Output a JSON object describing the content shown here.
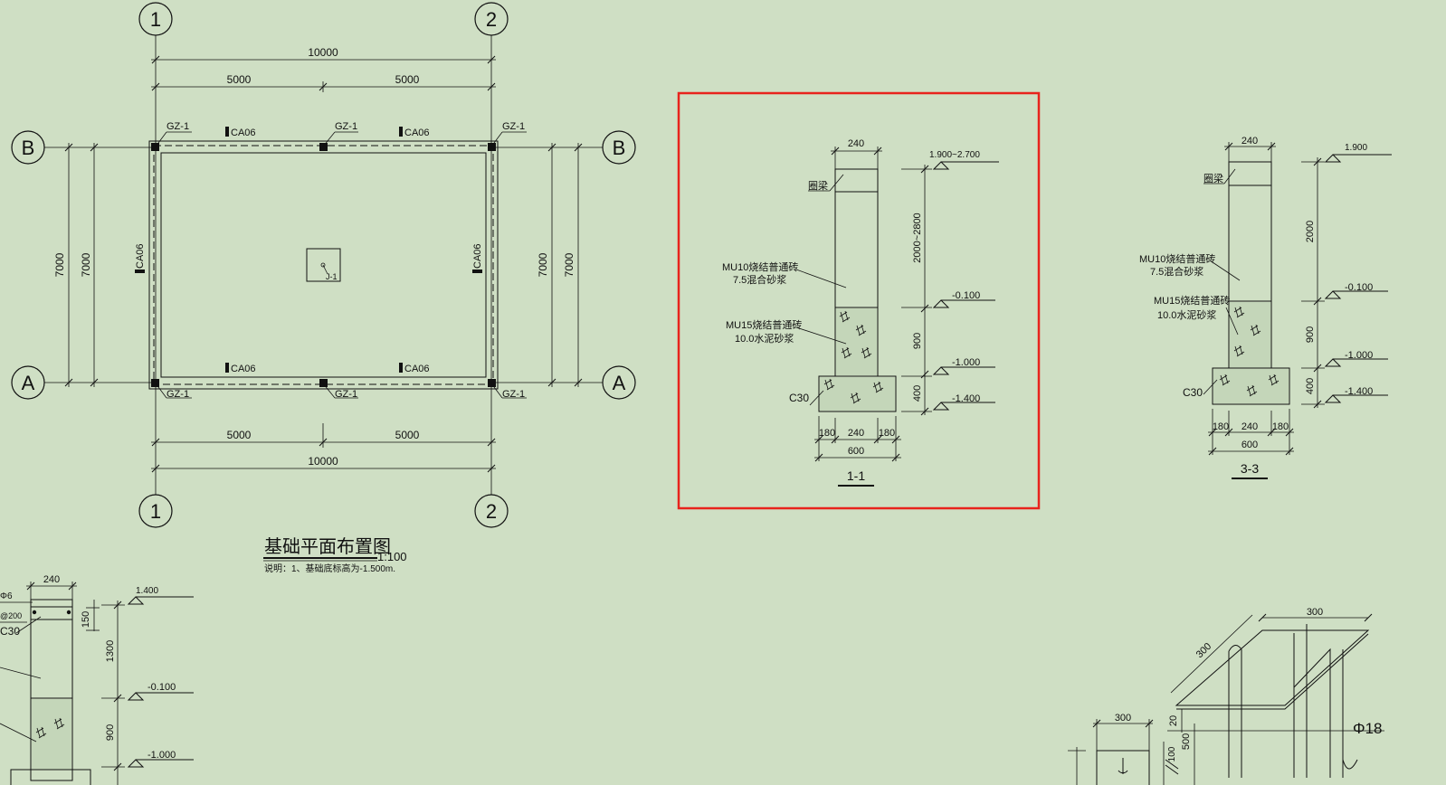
{
  "plan": {
    "grid_x": [
      "1",
      "2"
    ],
    "grid_y": [
      "B",
      "A"
    ],
    "dim_total": "10000",
    "dim_half_left": "5000",
    "dim_half_right": "5000",
    "dim_height_1": "7000",
    "dim_height_2": "7000",
    "column_label": "GZ-1",
    "beam_label": "CA06",
    "footing_label": "J-1",
    "title": "基础平面布置图",
    "scale": "1:100",
    "note": "说明：1、基础底标高为-1.500m."
  },
  "section_1_1": {
    "title": "1-1",
    "top_width": "240",
    "elev_top": "1.900~2.700",
    "elev_mid": "-0.100",
    "elev_low": "-1.000",
    "elev_base": "-1.400",
    "dim_upper": "2000~2800",
    "dim_middle": "900",
    "dim_lower": "400",
    "ring_beam": "圈梁",
    "material_upper_1": "MU10烧结普通砖",
    "material_upper_2": "7.5混合砂浆",
    "material_lower_1": "MU15烧结普通砖",
    "material_lower_2": "10.0水泥砂浆",
    "concrete": "C30",
    "base_dims": [
      "180",
      "240",
      "180"
    ],
    "base_total": "600"
  },
  "section_3_3": {
    "title": "3-3",
    "top_width": "240",
    "elev_top": "1.900",
    "elev_mid": "-0.100",
    "elev_low": "-1.000",
    "elev_base": "-1.400",
    "dim_upper": "2000",
    "dim_middle": "900",
    "dim_lower": "400",
    "ring_beam": "圈梁",
    "material_upper_1": "MU10烧结普通砖",
    "material_upper_2": "7.5混合砂浆",
    "material_lower_1": "MU15烧结普通砖",
    "material_lower_2": "10.0水泥砂浆",
    "concrete": "C30",
    "base_dims": [
      "180",
      "240",
      "180"
    ],
    "base_total": "600"
  },
  "section_bottom_left": {
    "top_width": "240",
    "rebar_label": "Φ6",
    "spacing_label": "@200",
    "concrete": "C30",
    "elev_top": "1.400",
    "elev_mid": "-0.100",
    "elev_low": "-1.000",
    "dim_cap": "150",
    "dim_upper": "1300",
    "dim_middle": "900"
  },
  "detail_bottom_right": {
    "dim_top": "300",
    "dim_diag": "300",
    "dim_left": "300",
    "dim_small": "20",
    "dim_500": "500",
    "dim_100": "100",
    "rebar": "Φ18"
  },
  "colors": {
    "background": "#cfdfc4",
    "highlight": "#e8231c",
    "line": "#111111"
  }
}
